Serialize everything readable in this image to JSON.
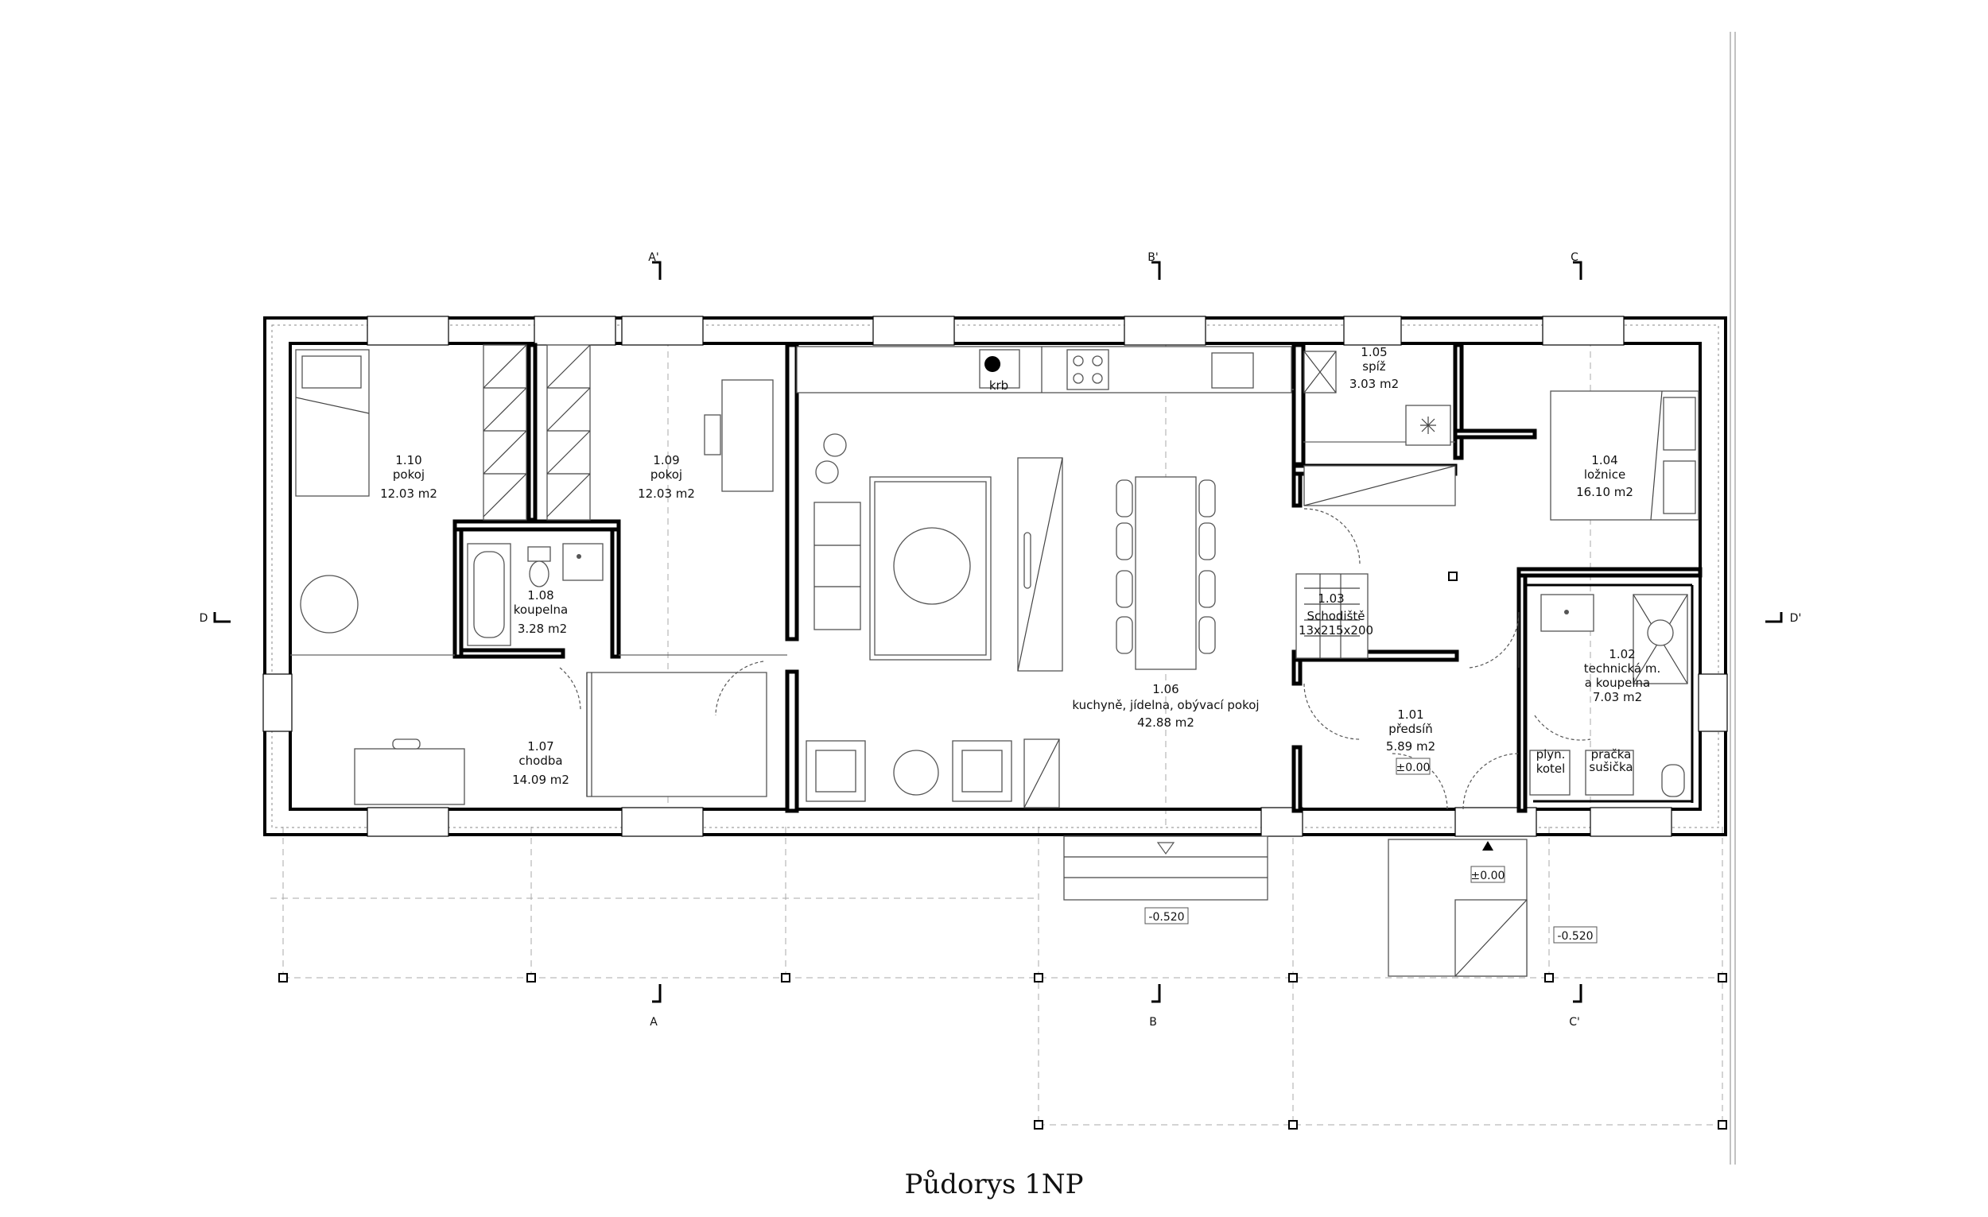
{
  "title": "Půdorys 1NP",
  "rooms": [
    {
      "id": "room-1-10",
      "number": "1.10",
      "name": "pokoj",
      "area": "12.03 m2"
    },
    {
      "id": "room-1-09",
      "number": "1.09",
      "name": "pokoj",
      "area": "12.03 m2"
    },
    {
      "id": "room-1-08",
      "number": "1.08",
      "name": "koupelna",
      "area": "3.28 m2"
    },
    {
      "id": "room-1-07",
      "number": "1.07",
      "name": "chodba",
      "area": "14.09 m2"
    },
    {
      "id": "room-1-06",
      "number": "1.06",
      "name": "kuchyně, jídelna, obývací pokoj",
      "area": "42.88 m2"
    },
    {
      "id": "room-1-05",
      "number": "1.05",
      "name": "spíž",
      "area": "3.03 m2"
    },
    {
      "id": "room-1-04",
      "number": "1.04",
      "name": "ložnice",
      "area": "16.10 m2"
    },
    {
      "id": "room-1-03",
      "number": "1.03",
      "name": "Schodiště",
      "area": "13x215x200"
    },
    {
      "id": "room-1-02",
      "number": "1.02",
      "name": "technická m. a koupelna",
      "name_lines": [
        "technická m.",
        "a koupelna"
      ],
      "area": "7.03 m2"
    },
    {
      "id": "room-1-01",
      "number": "1.01",
      "name": "předsíň",
      "area": "5.89 m2"
    }
  ],
  "fixtures": {
    "fireplace": "krb",
    "gas_boiler": "plyn. kotel",
    "gas_boiler_lines": [
      "plyn.",
      "kotel"
    ],
    "washer_dryer": "pračka sušička",
    "washer_dryer_lines": [
      "pračka",
      "sušička"
    ]
  },
  "levels": {
    "entrance_floor": "±0.00",
    "exterior_landing": "±0.00",
    "terrace": "-0.520",
    "terrain_right": "-0.520"
  },
  "section_markers": {
    "top": [
      "A'",
      "B'",
      "C"
    ],
    "bottom": [
      "A",
      "B",
      "C'"
    ],
    "left": "D",
    "right": "D'"
  }
}
